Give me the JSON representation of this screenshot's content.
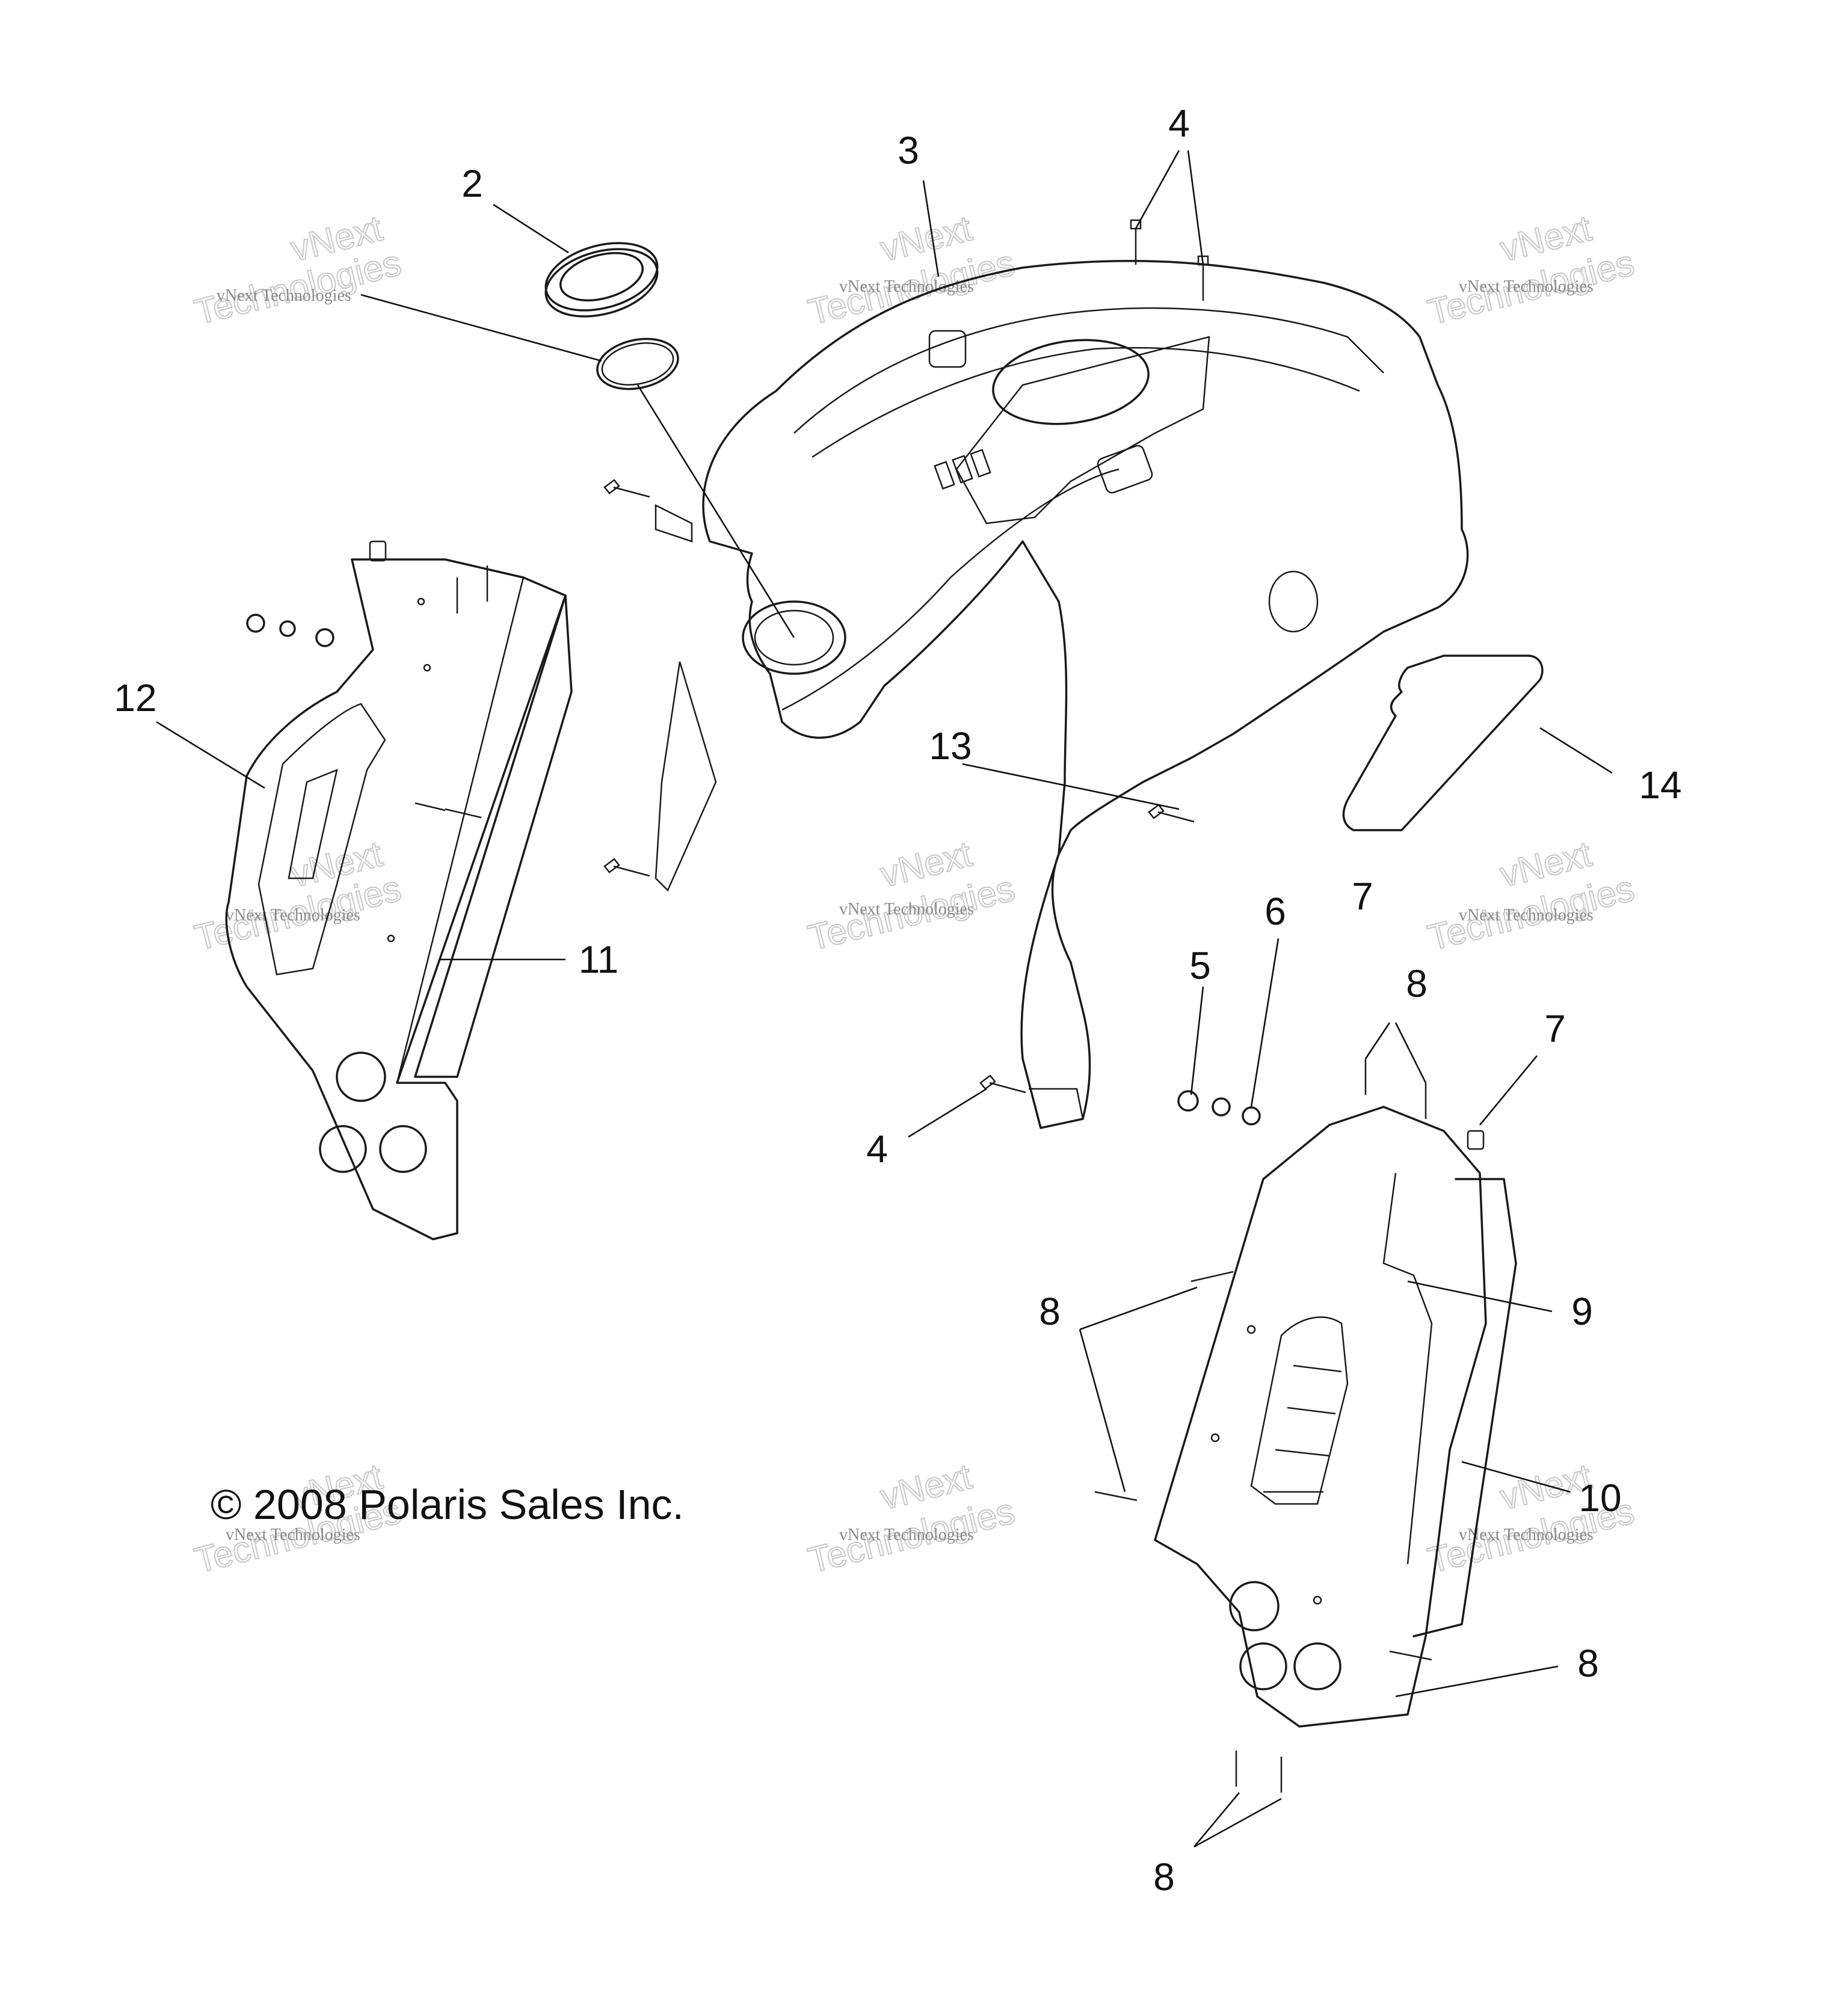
{
  "callouts": [
    {
      "id": "c2",
      "text": "2"
    },
    {
      "id": "c3",
      "text": "3"
    },
    {
      "id": "c4a",
      "text": "4"
    },
    {
      "id": "c4b",
      "text": "4"
    },
    {
      "id": "c5",
      "text": "5"
    },
    {
      "id": "c6",
      "text": "6"
    },
    {
      "id": "c7a",
      "text": "7"
    },
    {
      "id": "c7b",
      "text": "7"
    },
    {
      "id": "c8a",
      "text": "8"
    },
    {
      "id": "c8b",
      "text": "8"
    },
    {
      "id": "c8c",
      "text": "8"
    },
    {
      "id": "c8d",
      "text": "8"
    },
    {
      "id": "c9",
      "text": "9"
    },
    {
      "id": "c10",
      "text": "10"
    },
    {
      "id": "c11",
      "text": "11"
    },
    {
      "id": "c12",
      "text": "12"
    },
    {
      "id": "c13",
      "text": "13"
    },
    {
      "id": "c14",
      "text": "14"
    }
  ],
  "copyright": "© 2008 Polaris Sales Inc.",
  "watermark": {
    "line1": "vNext Technologies",
    "line2": "vNext",
    "line3": "Technologies"
  }
}
